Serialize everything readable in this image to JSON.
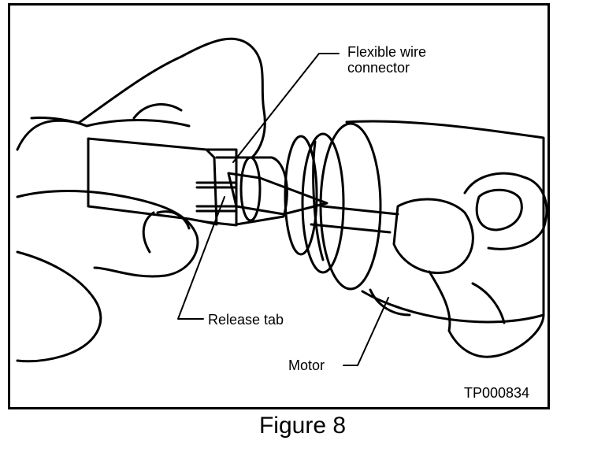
{
  "figure": {
    "labels": {
      "flexible_wire_connector_line1": "Flexible wire",
      "flexible_wire_connector_line2": "connector",
      "release_tab": "Release tab",
      "motor": "Motor"
    },
    "code": "TP000834",
    "caption": "Figure 8"
  }
}
